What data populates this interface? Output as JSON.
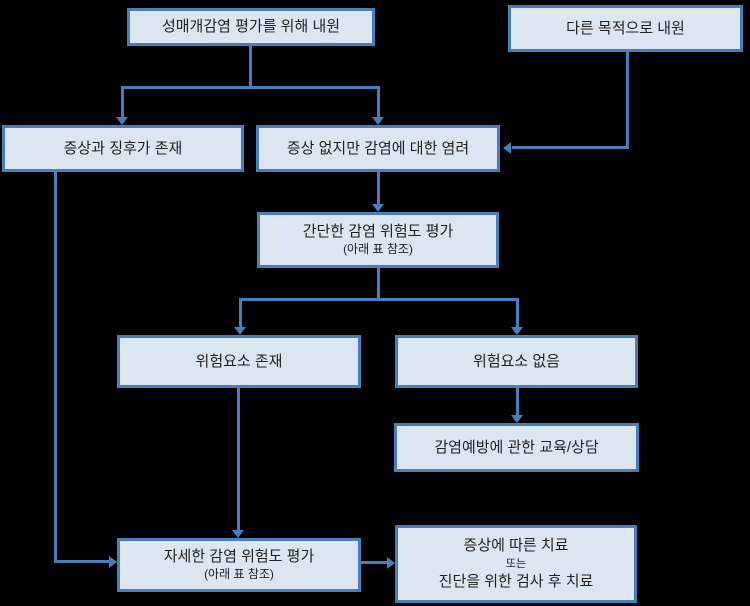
{
  "colors": {
    "background": "#000000",
    "box_border": "#4a7ebb",
    "box_fill": "#dce6f1",
    "connector": "#4a7ebb",
    "text": "#1f1f1f"
  },
  "flowchart": {
    "nodes": {
      "visit_sti": {
        "label": "성매개감염 평가를 위해 내원"
      },
      "visit_other": {
        "label": "다른 목적으로 내원"
      },
      "symptoms_present": {
        "label": "증상과 징후가 존재"
      },
      "no_symptoms_concern": {
        "label": "증상 없지만 감염에 대한 염려"
      },
      "simple_risk_assessment": {
        "label": "간단한 감염 위험도 평가",
        "sublabel": "(아래 표 참조)"
      },
      "risk_present": {
        "label": "위험요소 존재"
      },
      "risk_absent": {
        "label": "위험요소 없음"
      },
      "education_counseling": {
        "label": "감염예방에 관한 교육/상담"
      },
      "detailed_risk_assessment": {
        "label": "자세한 감염 위험도 평가",
        "sublabel": "(아래 표 참조)"
      },
      "treatment": {
        "line1": "증상에 따른 치료",
        "line2": "또는",
        "line3": "진단을 위한 검사 후 치료"
      }
    }
  }
}
